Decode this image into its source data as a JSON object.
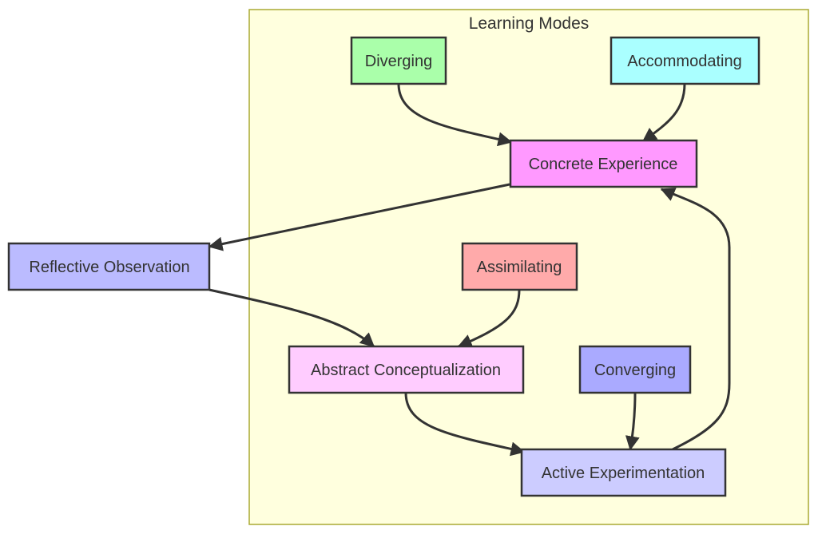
{
  "diagram": {
    "cluster": {
      "id": "learning-modes",
      "label": "Learning Modes"
    },
    "nodes": [
      {
        "id": "diverging",
        "label": "Diverging",
        "fill": "#aaffaa"
      },
      {
        "id": "accommodating",
        "label": "Accommodating",
        "fill": "#aaffff"
      },
      {
        "id": "concrete",
        "label": "Concrete Experience",
        "fill": "#ff99ff"
      },
      {
        "id": "reflective",
        "label": "Reflective Observation",
        "fill": "#bbbbff"
      },
      {
        "id": "assimilating",
        "label": "Assimilating",
        "fill": "#ffaaaa"
      },
      {
        "id": "abstract",
        "label": "Abstract Conceptualization",
        "fill": "#ffccff"
      },
      {
        "id": "converging",
        "label": "Converging",
        "fill": "#aaaaff"
      },
      {
        "id": "active",
        "label": "Active Experimentation",
        "fill": "#ccccff"
      }
    ],
    "edges": [
      {
        "from": "diverging",
        "to": "concrete"
      },
      {
        "from": "accommodating",
        "to": "concrete"
      },
      {
        "from": "concrete",
        "to": "reflective"
      },
      {
        "from": "reflective",
        "to": "abstract"
      },
      {
        "from": "assimilating",
        "to": "abstract"
      },
      {
        "from": "abstract",
        "to": "active"
      },
      {
        "from": "converging",
        "to": "active"
      },
      {
        "from": "active",
        "to": "concrete"
      }
    ]
  }
}
